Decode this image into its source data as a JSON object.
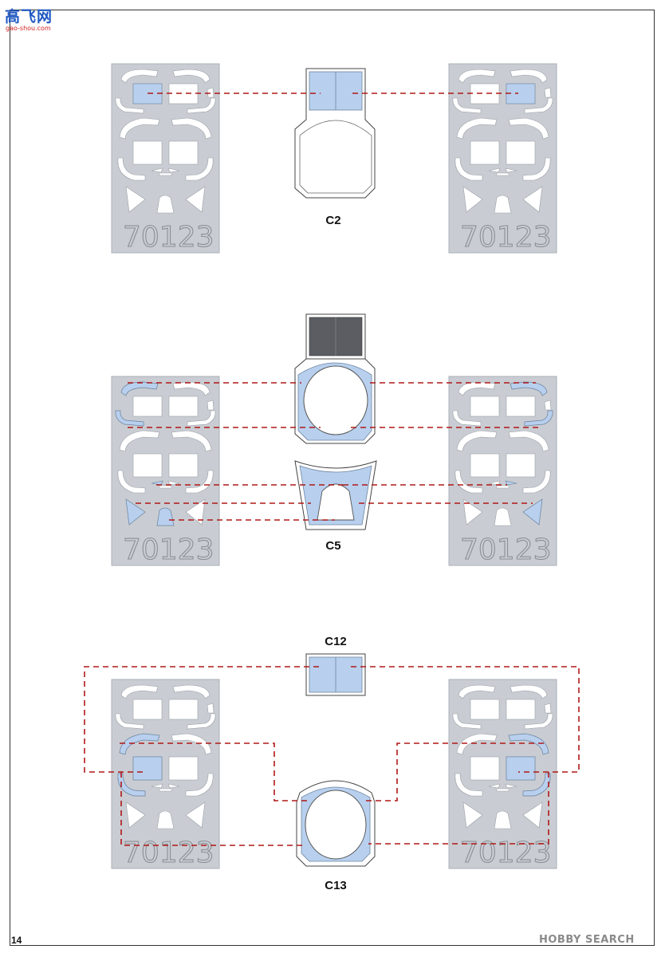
{
  "page_number": "14",
  "logo_top_left": {
    "main": "高飞网",
    "sub": "gao-shou.com"
  },
  "logo_bottom_right": "HOBBY SEARCH",
  "sheet_code": "70123",
  "labels": {
    "c2": "C2",
    "c5": "C5",
    "c12": "C12",
    "c13": "C13"
  },
  "colors": {
    "sheet": "#c9cdd3",
    "mask_blue": "#b8d0ee",
    "guide_line": "#b01818",
    "dark_mask": "#5b5d62"
  }
}
